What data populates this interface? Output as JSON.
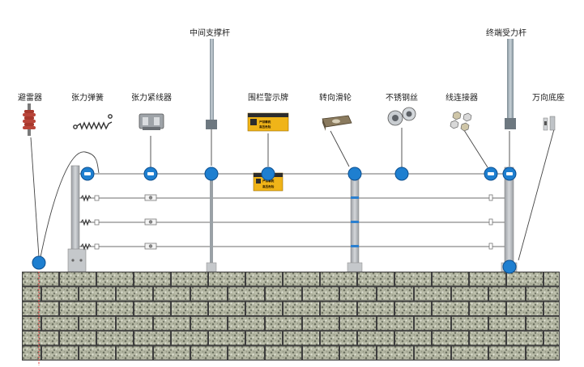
{
  "components": {
    "lightning_arrester": "避雷器",
    "tension_spring": "张力弹簧",
    "tensioner": "张力紧线器",
    "middle_support_post": "中间支撑杆",
    "fence_warning_sign": "围栏警示牌",
    "pulley": "转向滑轮",
    "stainless_wire": "不锈钢丝",
    "wire_connector": "线连接器",
    "terminal_post": "终端受力杆",
    "universal_base": "万向底座"
  },
  "colors": {
    "marker": "#1e7fd0",
    "marker_stroke": "#0d4f8f",
    "wire": "#8a8a8a",
    "post": "#b9bcc0",
    "sign": "#f0b418",
    "wall_mortar": "#3e3e3e",
    "wall_stone": "#a9ad98",
    "arrester_body": "#a8382c",
    "ground_line": "#e05050"
  }
}
